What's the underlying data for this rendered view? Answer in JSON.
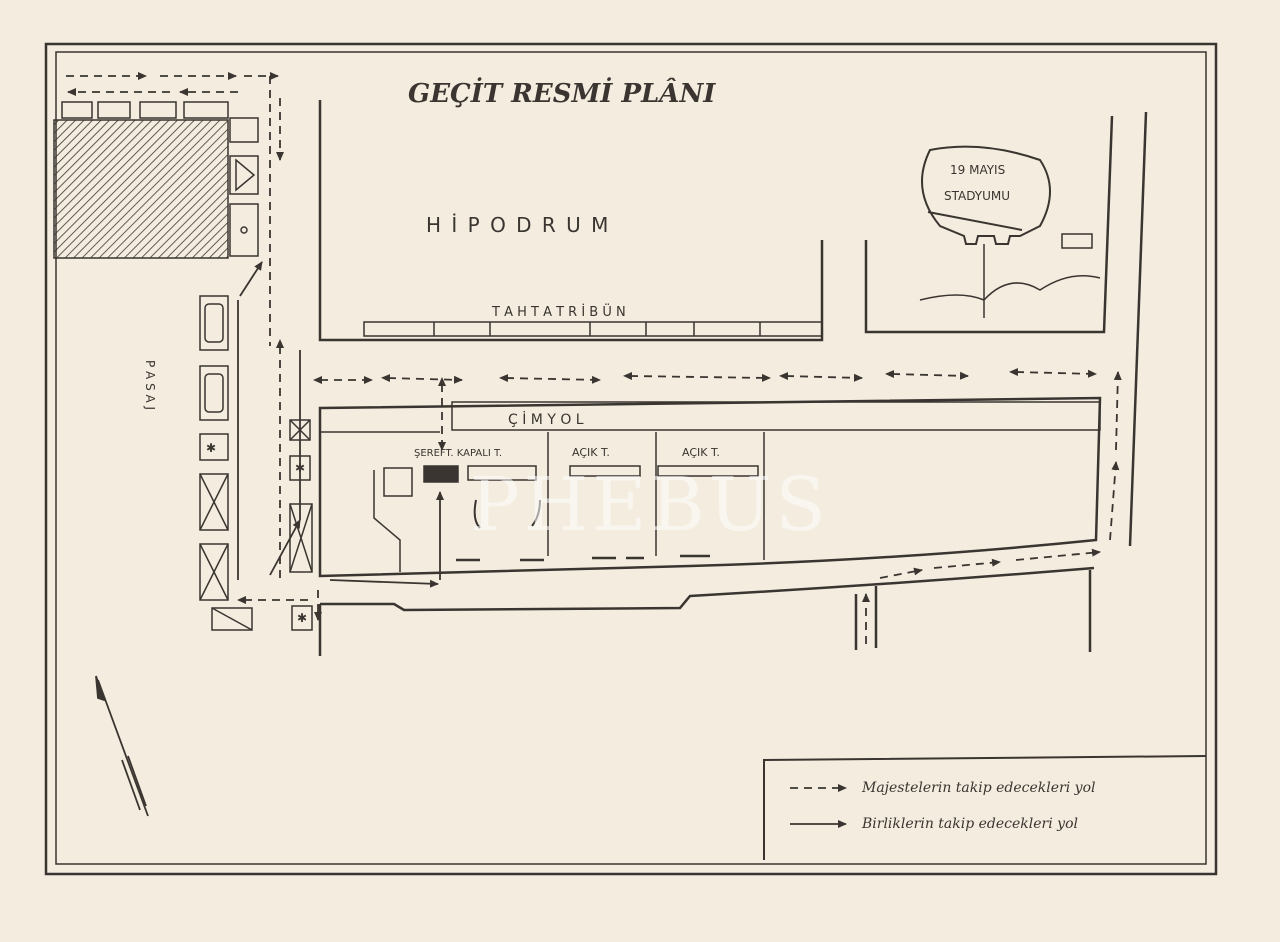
{
  "map": {
    "title": "GEÇİT RESMİ PLÂNI",
    "labels": {
      "hipodrum": "H İ P O D R U M",
      "tribun": "T A H T A   T R İ B Ü N",
      "stadium_line1": "19  MAYIS",
      "stadium_line2": "STADYUMU",
      "cim_yol": "Ç İ M   Y O L",
      "seref_kapali": "ŞEREFT. KAPALI T.",
      "acik_1": "AÇIK  T.",
      "acik_2": "AÇIK  T.",
      "pasaj": "P A S A J"
    },
    "legend": {
      "dashed": "Majestelerin takip edecekleri yol",
      "solid": "Birliklerin takip edecekleri yol"
    },
    "watermark": "PHEBUS"
  },
  "colors": {
    "paper": "#f3ecdf",
    "ink": "#3a3530"
  },
  "icons": {
    "north_arrow": "north-arrow-icon",
    "flag": "flag-icon",
    "cross_box": "cross-box-icon"
  }
}
